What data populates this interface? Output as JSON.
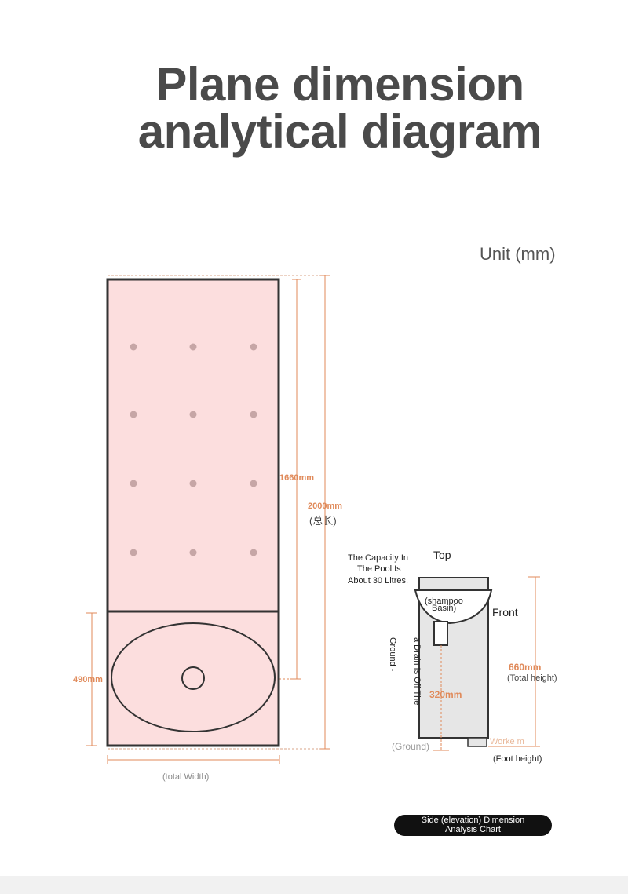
{
  "title": {
    "line1": "Plane dimension",
    "line2": "analytical diagram"
  },
  "unit": "Unit (mm)",
  "plan": {
    "dim_1660": "1660mm",
    "dim_2000": "2000mm",
    "dim_2000_note": "(总长)",
    "dim_490": "490mm",
    "width_label": "(total Width)"
  },
  "side": {
    "capacity_line1": "The Capacity In",
    "capacity_line2": "The Pool Is",
    "capacity_line3": "About 30 Litres.",
    "top_label": "Top",
    "basin_line1": "(shampoo",
    "basin_line2": "Basin)",
    "front_label": "Front",
    "ground_vertical": "Ground -",
    "drain_vertical": "a Drain Is Off The",
    "dim_320": "320mm",
    "dim_660": "660mm",
    "total_height": "(Total height)",
    "ground_label": "(Ground)",
    "foot_dim": "Worke   m",
    "foot_height": "(Foot height)"
  },
  "badge": {
    "line1": "Side (elevation) Dimension",
    "line2": "Analysis Chart"
  },
  "colors": {
    "panel_fill": "#fcdede",
    "accent": "#e08a5a",
    "outline": "#333333"
  }
}
